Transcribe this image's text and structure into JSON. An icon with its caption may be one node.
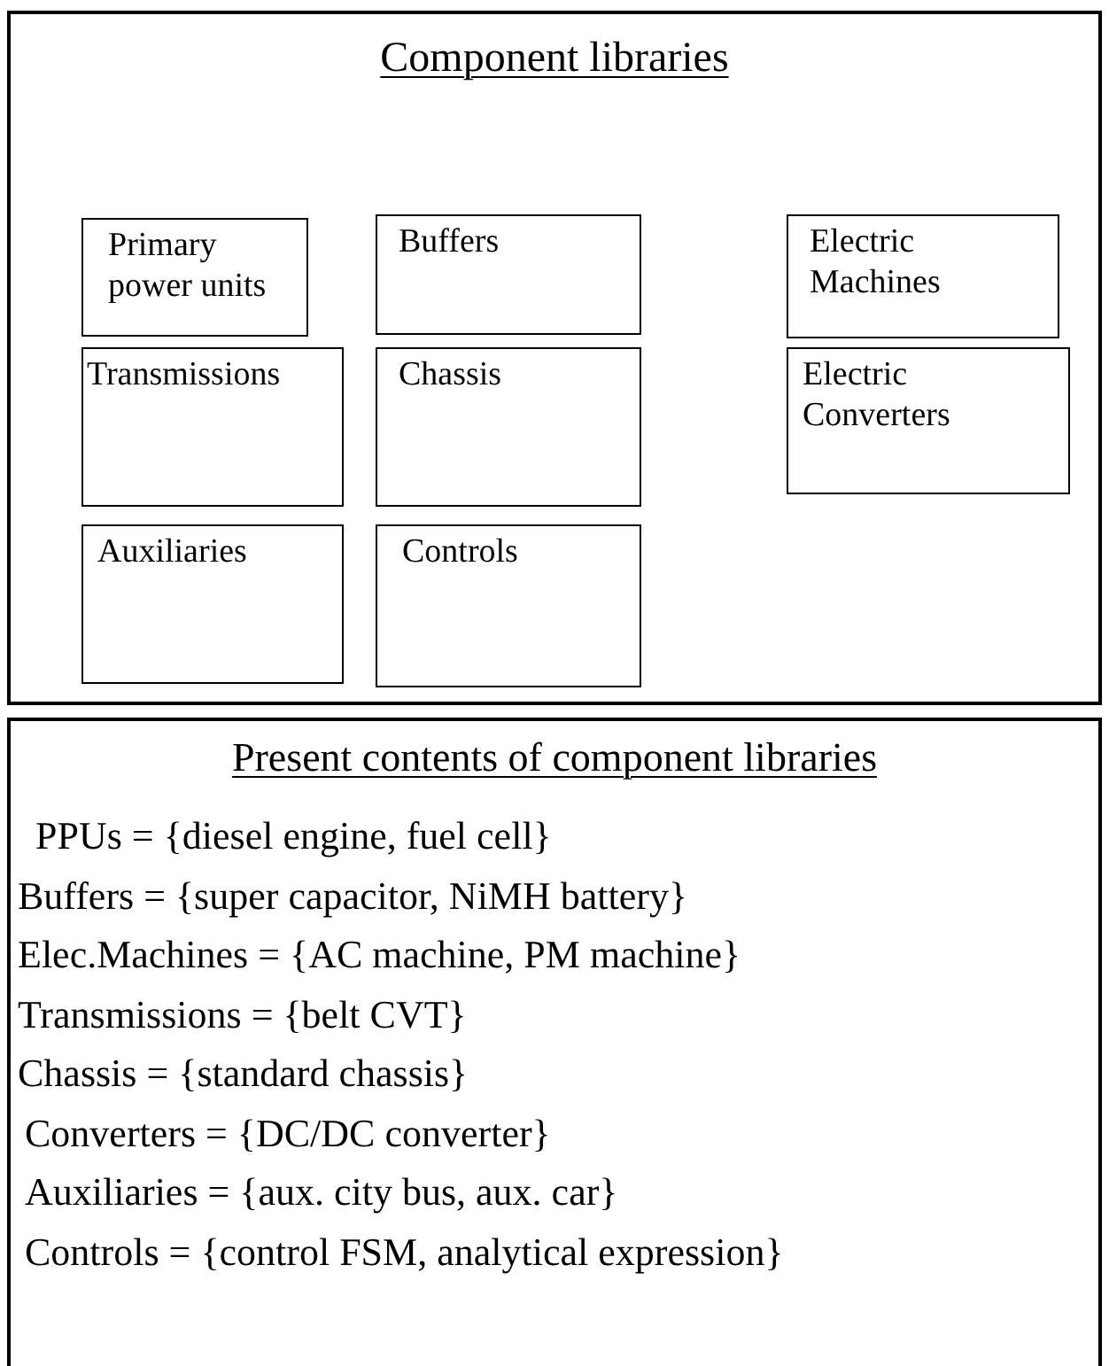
{
  "diagram": {
    "nodes": [
      {
        "text": [
          "Component libraries"
        ]
      },
      {
        "text": [
          "Primary power units"
        ],
        "in": 0
      },
      {
        "text": [
          "Buffers"
        ],
        "in": 0
      },
      {
        "text": [
          "Electric Machines"
        ],
        "in": 0
      },
      {
        "text": [
          "Transmissions"
        ],
        "in": 0
      },
      {
        "text": [
          "Chassis"
        ],
        "in": 0
      },
      {
        "text": [
          "Electric Converters"
        ],
        "in": 0
      },
      {
        "text": [
          "Auxiliaries"
        ],
        "in": 0
      },
      {
        "text": [
          "Controls"
        ],
        "in": 0
      },
      {
        "text": [
          "Present contents of component libraries",
          "PPUs = {diesel engine, fuel cell}",
          "Buffers = {super capacitor, NiMH battery}",
          "Elec.Machines = {AC machine, PM machine}",
          "Transmissions = {belt CVT}",
          "Chassis = {standard chassis}",
          "Converters = {DC/DC converter}",
          "Auxiliaries = {aux. city bus, aux. car}",
          "Controls = {control FSM, analytical expression}"
        ]
      }
    ]
  }
}
